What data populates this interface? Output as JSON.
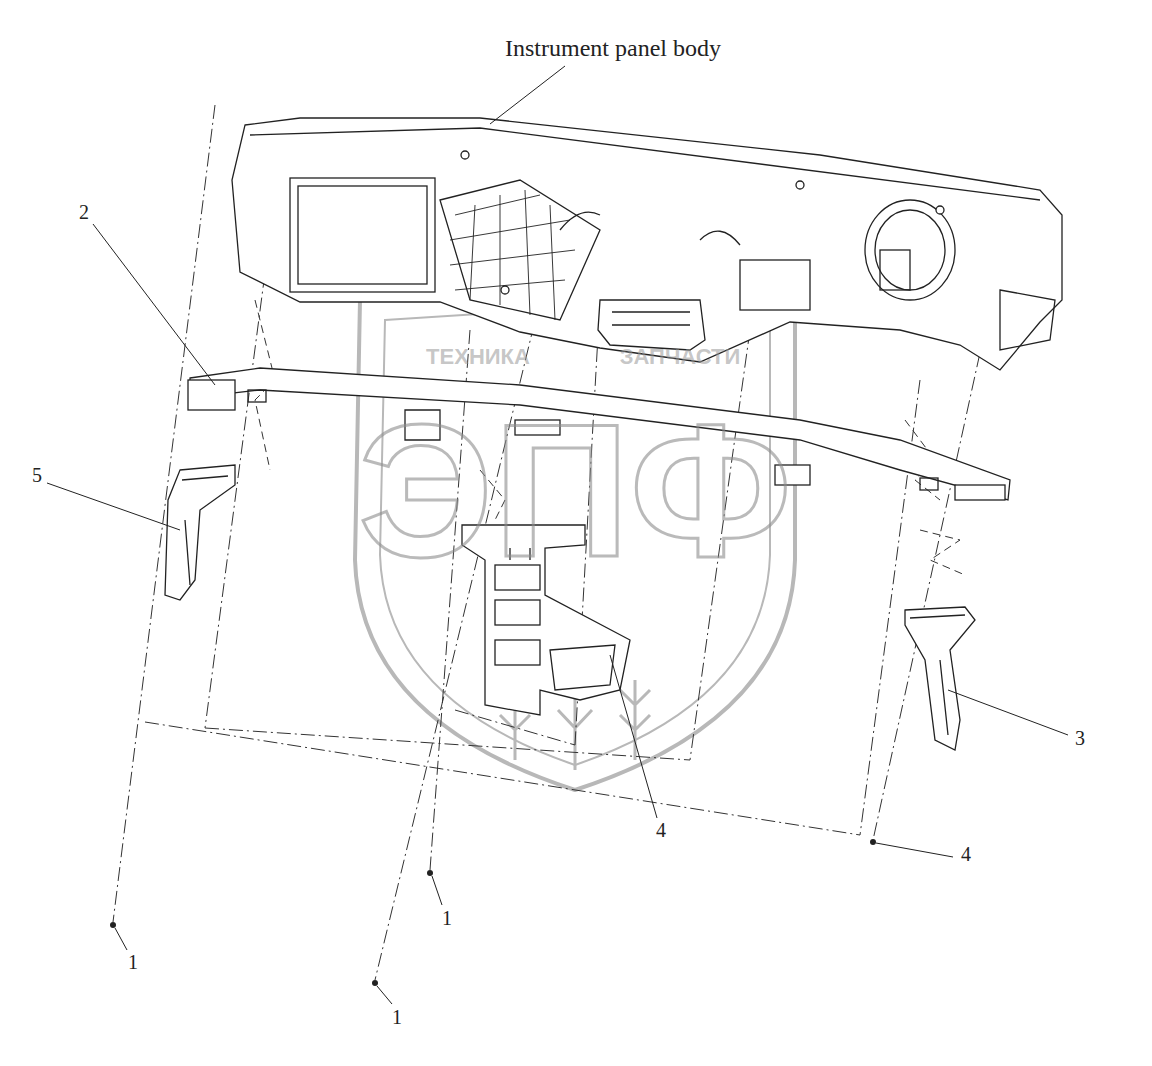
{
  "diagram": {
    "labels": [
      "Instrument panel body",
      "2",
      "5",
      "3",
      "4",
      "4",
      "1",
      "1",
      "1",
      "ТЕХНИКА",
      "ЗАПЧАСТИ",
      "ЭПФ"
    ]
  }
}
